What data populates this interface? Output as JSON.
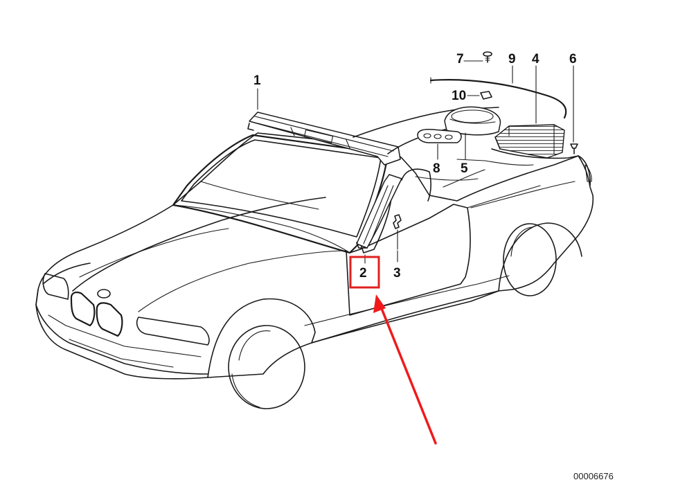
{
  "callouts": {
    "c1": "1",
    "c2": "2",
    "c3": "3",
    "c4": "4",
    "c5": "5",
    "c6": "6",
    "c7": "7",
    "c8": "8",
    "c9": "9",
    "c10": "10"
  },
  "part_code": "00006676",
  "highlight": {
    "box_color": "#e02020",
    "arrow_color": "#f01a1a"
  }
}
